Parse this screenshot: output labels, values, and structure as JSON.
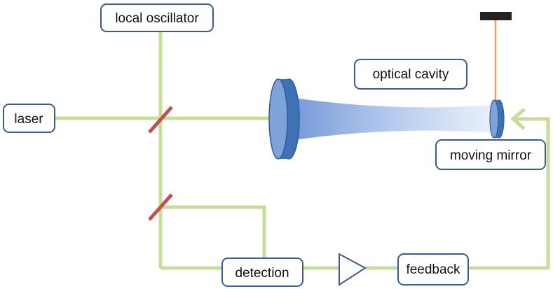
{
  "labels": {
    "local_oscillator": "local oscillator",
    "laser": "laser",
    "optical_cavity": "optical cavity",
    "moving_mirror": "moving mirror",
    "detection": "detection",
    "feedback": "feedback"
  },
  "colors": {
    "beam_path": "#c6dc9a",
    "box_border": "#3b5b8c",
    "box_fill": "#ffffff",
    "beam_splitter": "#c0504d",
    "lens_face": "#5e8ac6",
    "lens_edge": "#3668a8",
    "cavity_mode": "#7da1de",
    "suspension_wire": "#f0a050",
    "mount": "#222222",
    "amplifier": "#3b5b8c"
  },
  "icons": {
    "beam_splitters": "beam-splitter-icon",
    "amplifier": "amplifier-triangle-icon",
    "arrow": "arrowhead-icon"
  }
}
